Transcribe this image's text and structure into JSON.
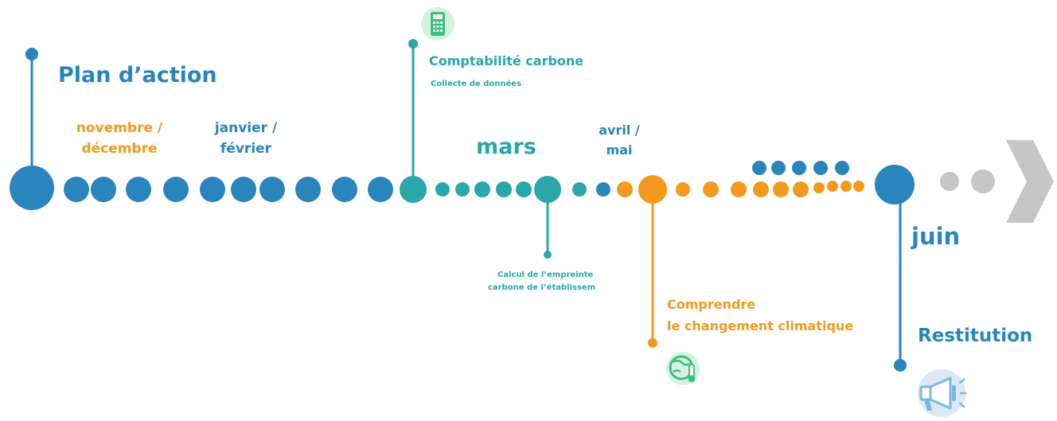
{
  "colors": {
    "blue": "#2a85bd",
    "teal": "#2aa7a8",
    "orange": "#f39a1e",
    "grey": "#c6c6c6",
    "green_icon": "#3cc07a",
    "blue_icon": "#7fb7dc"
  },
  "milestones": {
    "plan": {
      "title": "Plan d’action"
    },
    "compta": {
      "title": "Comptabilité carbone",
      "subtitle": "Collecte de données"
    },
    "calcul": {
      "line1": "Calcul de l’empreinte",
      "line2": "carbone de l’établissem"
    },
    "comprendre": {
      "line1": "Comprendre",
      "line2": "le changement climatique"
    },
    "restitution": {
      "title": "Restitution"
    }
  },
  "months": {
    "nov_dec": {
      "line1": "novembre /",
      "line2": "décembre"
    },
    "jan_feb": {
      "line1": "janvier /",
      "line2": "février"
    },
    "mars": "mars",
    "avr_mai": {
      "line1": "avril /",
      "line2": "mai"
    },
    "juin": "juin"
  },
  "icons": {
    "calculator": "calculator-icon",
    "climate": "globe-thermometer-icon",
    "megaphone": "megaphone-icon"
  }
}
